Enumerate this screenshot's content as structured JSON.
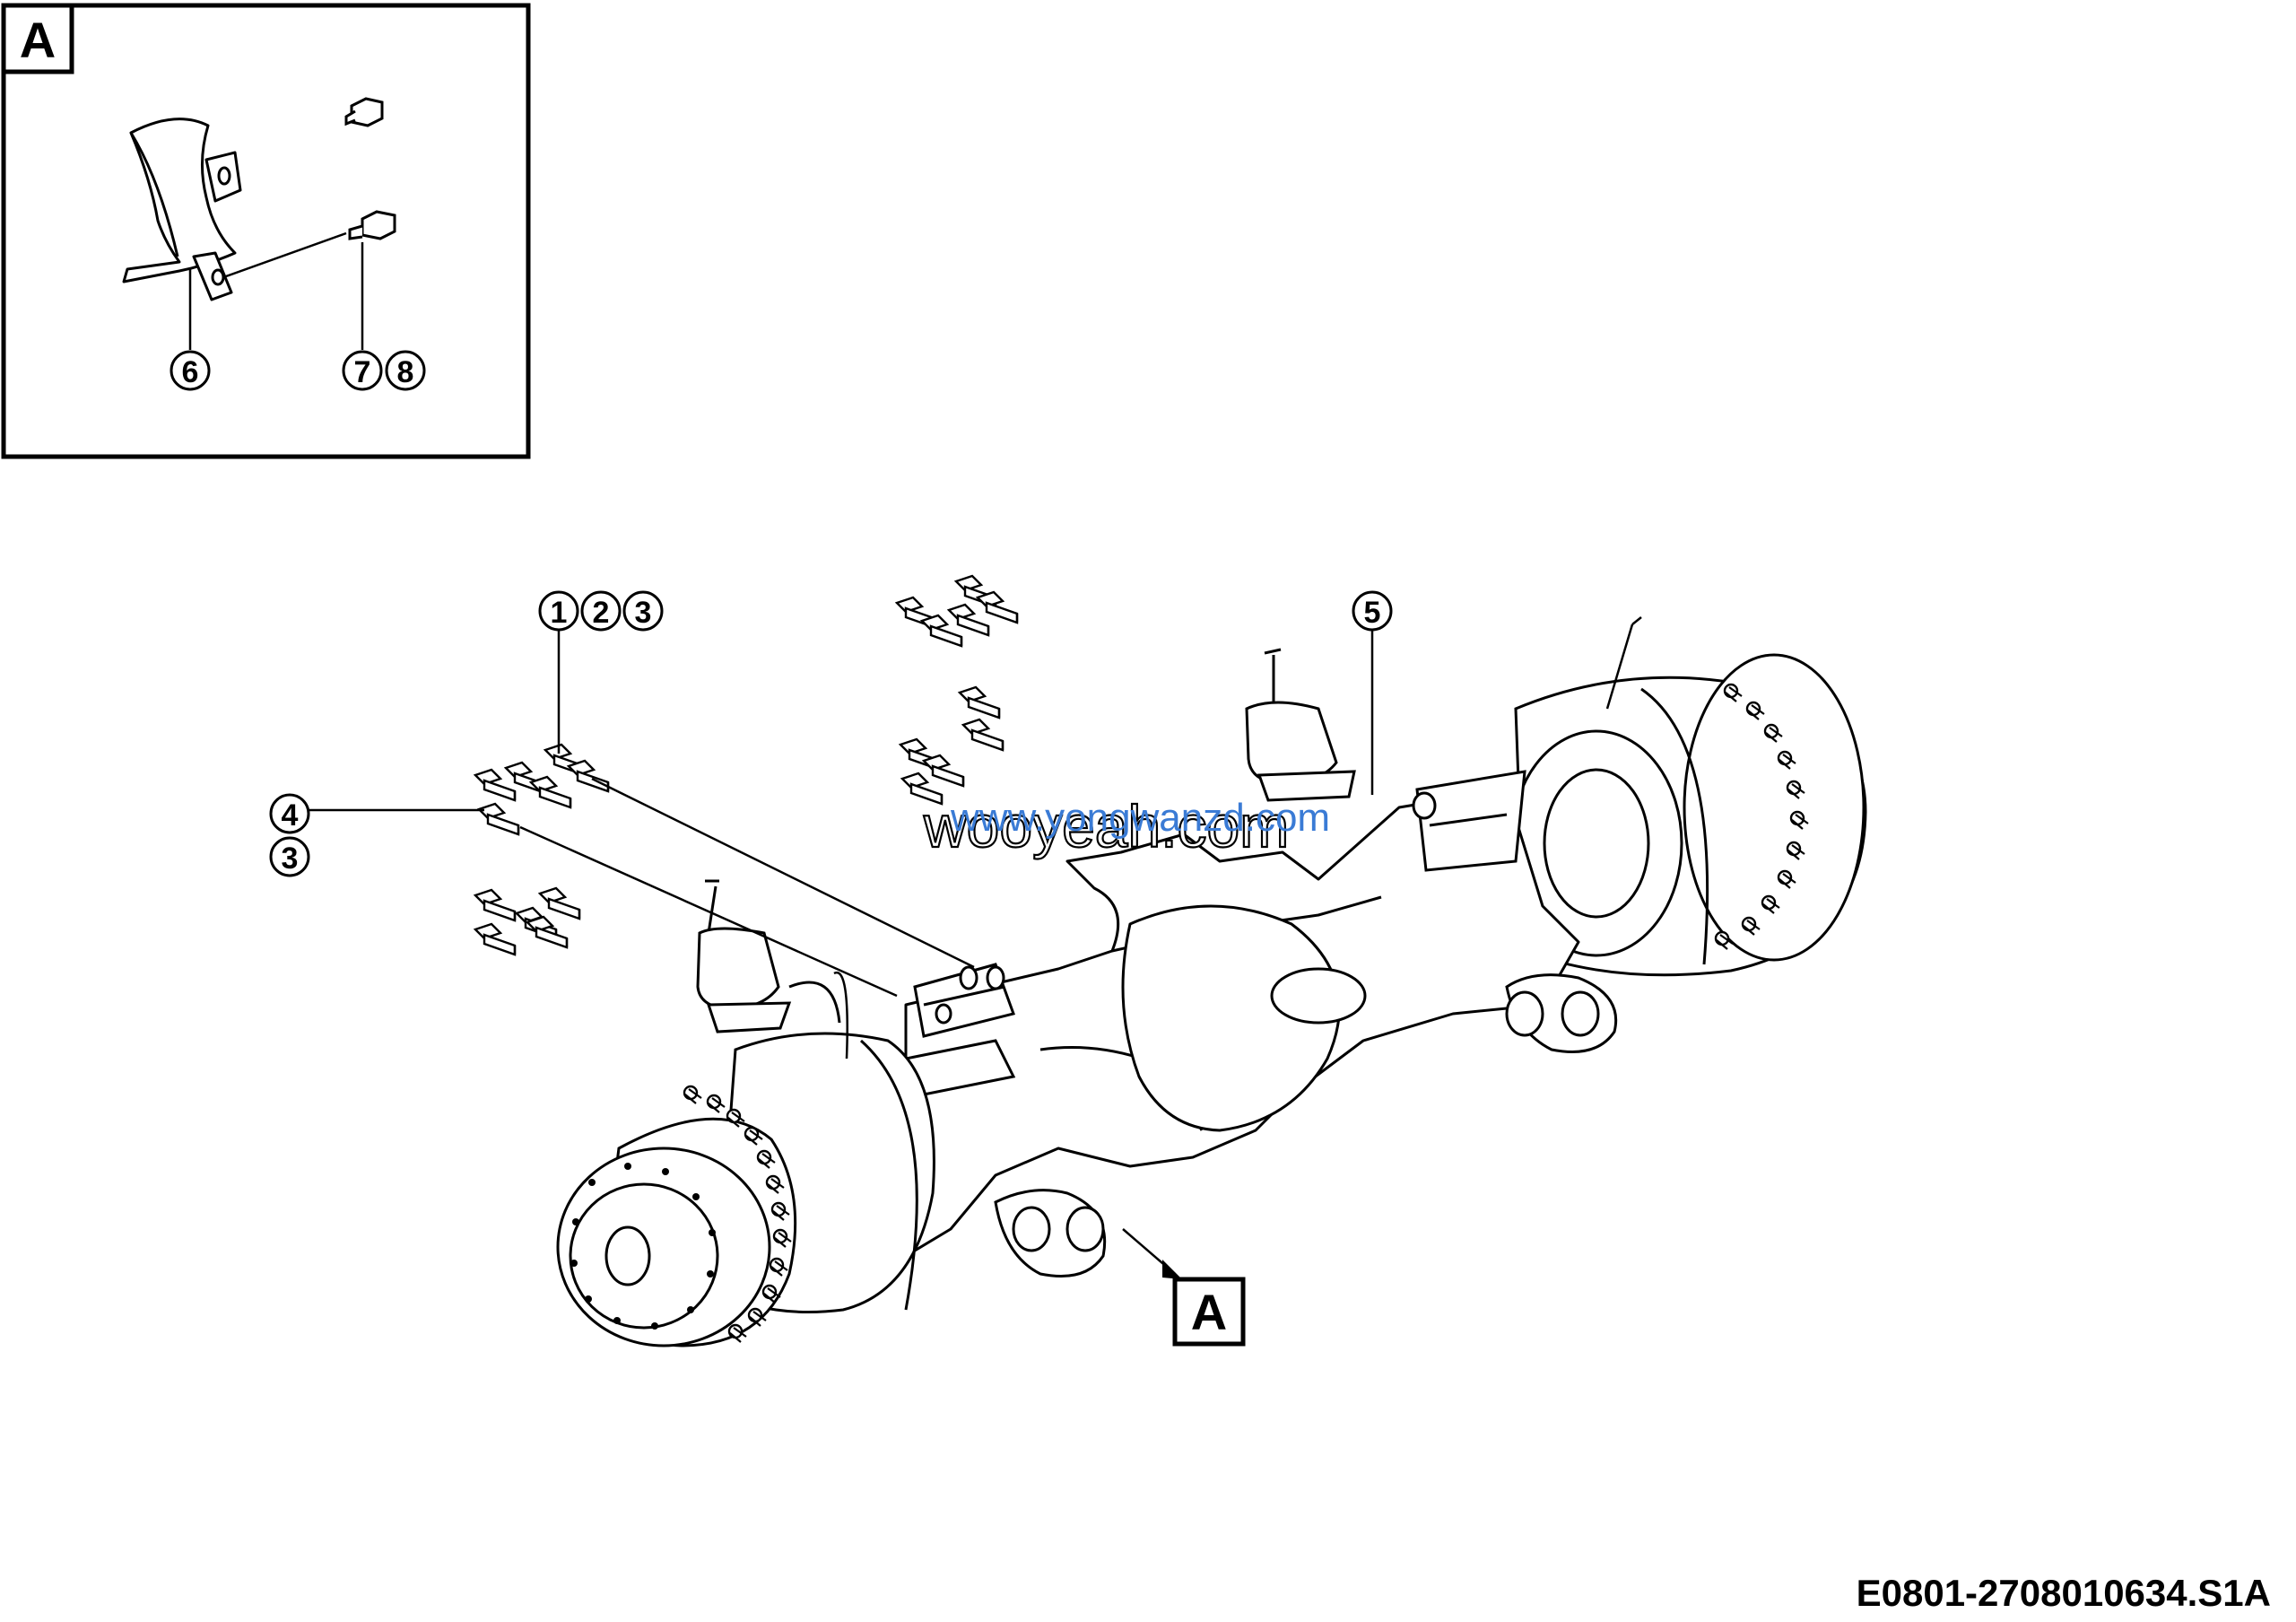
{
  "inset": {
    "label": "A"
  },
  "callouts": {
    "c1": "1",
    "c2": "2",
    "c3": "3",
    "c4": "4",
    "c3b": "3",
    "c5": "5",
    "c6": "6",
    "c7": "7",
    "c8": "8"
  },
  "detail_tag": "A",
  "watermark": {
    "primary": "wooyeah.com",
    "secondary": "www.yongwanzd.com"
  },
  "drawing_code": "E0801-2708010634.S1A",
  "colors": {
    "ink": "#000000",
    "watermark_blue": "#3a7bd5",
    "paper": "#ffffff"
  }
}
